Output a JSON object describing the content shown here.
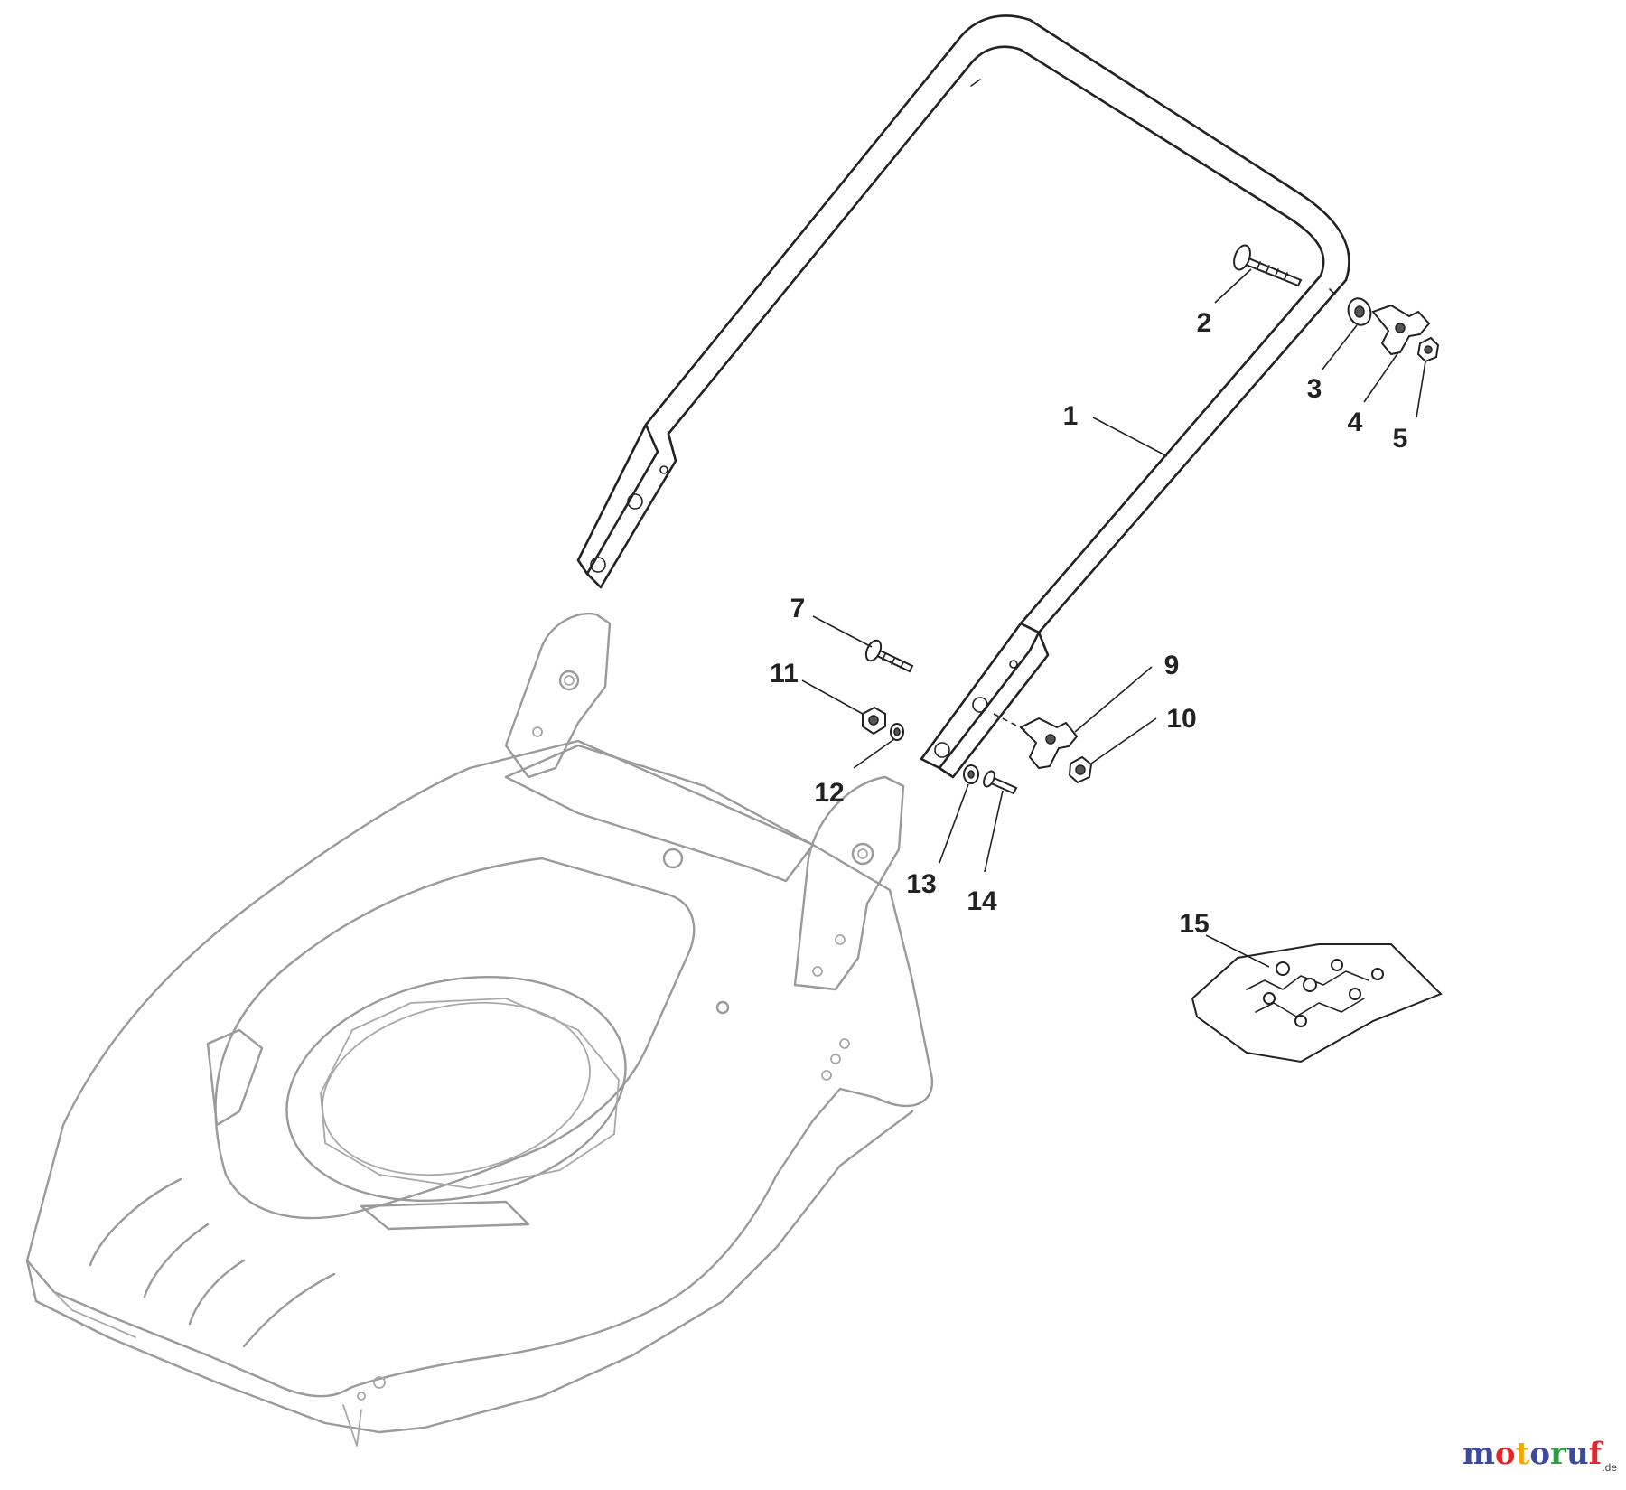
{
  "diagram": {
    "labels": [
      "1",
      "2",
      "3",
      "4",
      "5",
      "7",
      "9",
      "10",
      "11",
      "12",
      "13",
      "14",
      "15"
    ]
  },
  "watermark": {
    "text": "motoruf",
    "suffix": ".de"
  }
}
